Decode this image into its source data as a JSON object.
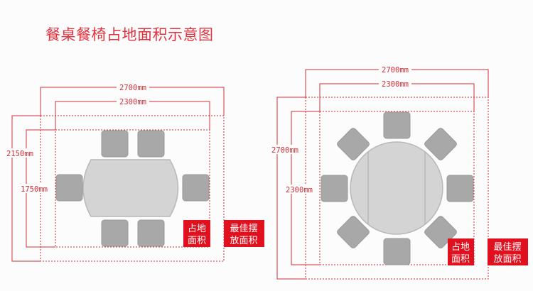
{
  "title": "餐桌餐椅占地面积示意图",
  "rect_diagram": {
    "outer_width": "2700mm",
    "inner_width": "2300mm",
    "outer_depth": "2150mm",
    "inner_depth": "1750mm",
    "occupied_label": [
      "占地",
      "面积"
    ],
    "best_label": [
      "最佳摆",
      "放面积"
    ]
  },
  "round_diagram": {
    "outer_width": "2700mm",
    "inner_width": "2300mm",
    "outer_depth": "2700mm",
    "inner_depth": "2300mm",
    "occupied_label": [
      "占地",
      "面积"
    ],
    "best_label": [
      "最佳摆",
      "放面积"
    ]
  },
  "colors": {
    "accent": "#e2323e",
    "chair": "#a8a8a8",
    "table": "#d4d4d4"
  }
}
